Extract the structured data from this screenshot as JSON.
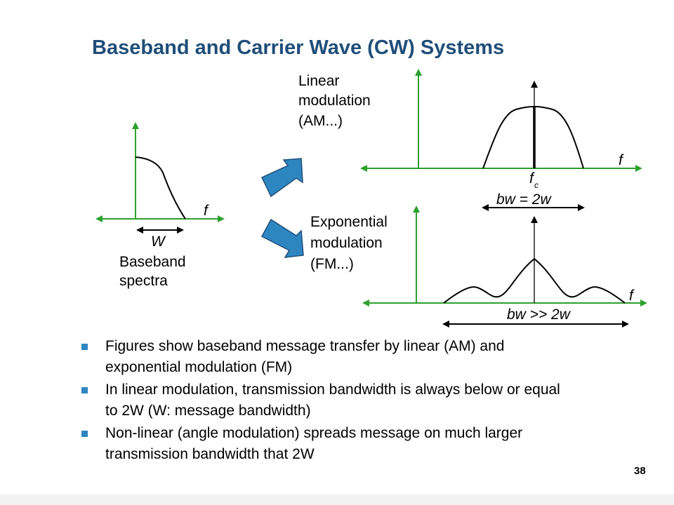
{
  "slide": {
    "title": "Baseband and Carrier Wave (CW) Systems",
    "page_number": "38"
  },
  "colors": {
    "axis": "#2ca02c",
    "arrow_fill": "#2e86c1",
    "title": "#1f4e79",
    "bullet": "#2e86c1"
  },
  "baseband": {
    "f_label": "f",
    "w_label": "W",
    "caption_line1": "Baseband",
    "caption_line2": "spectra"
  },
  "linear": {
    "label_line1": "Linear",
    "label_line2": "modulation",
    "label_line3": "(AM...)",
    "f_label": "f",
    "fc_label": "f",
    "fc_sub": "c",
    "bw_label": "bw = 2w"
  },
  "exponential": {
    "label_line1": "Exponential",
    "label_line2": "modulation",
    "label_line3": "(FM...)",
    "f_label": "f",
    "bw_label": "bw >> 2w"
  },
  "bullets": [
    {
      "line1": "Figures show baseband message transfer by linear (AM) and",
      "line2": "exponential modulation (FM)"
    },
    {
      "line1": "In linear modulation, transmission bandwidth is always below or equal",
      "line2": "to 2W (W: message bandwidth)"
    },
    {
      "line1": "Non-linear (angle modulation) spreads message on much larger",
      "line2": "transmission bandwidth that 2W"
    }
  ]
}
